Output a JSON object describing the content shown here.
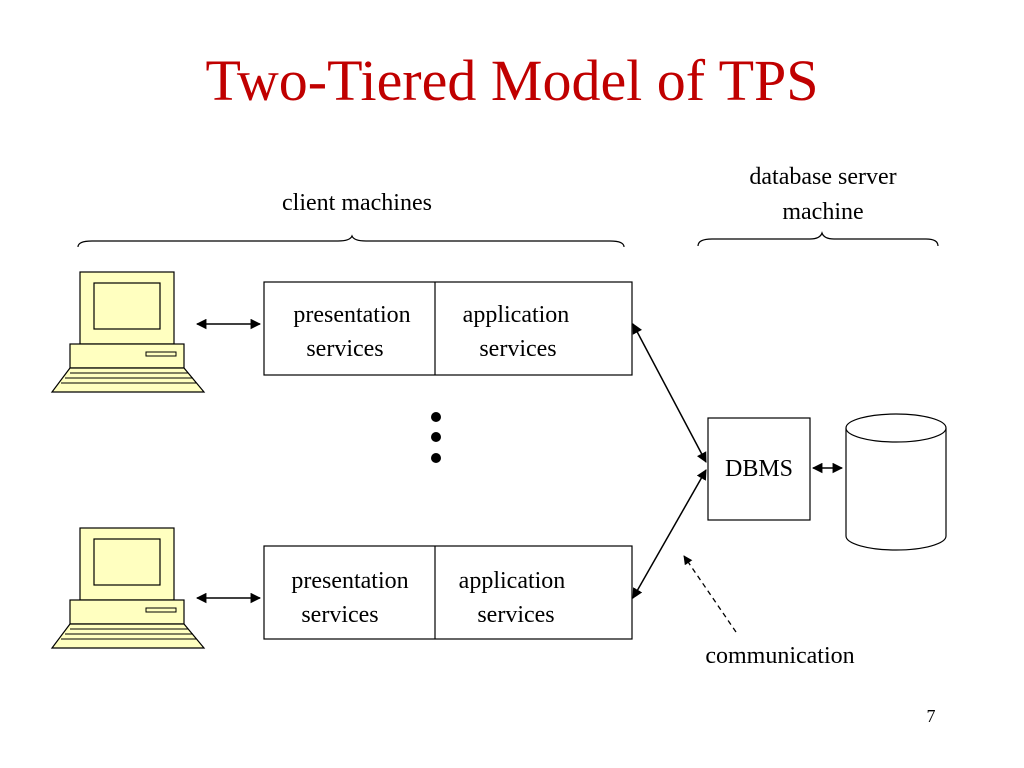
{
  "title": "Two-Tiered Model of TPS",
  "labels": {
    "client_machines": "client machines",
    "db_server_line1": "database server",
    "db_server_line2": "machine",
    "communication": "communication"
  },
  "client_boxes": [
    {
      "presentation_line1": "presentation",
      "presentation_line2": "services",
      "application_line1": "application",
      "application_line2": "services"
    },
    {
      "presentation_line1": "presentation",
      "presentation_line2": "services",
      "application_line1": "application",
      "application_line2": "services"
    }
  ],
  "dbms_label": "DBMS",
  "page_number": "7",
  "colors": {
    "title": "#c00000",
    "computer_fill": "#ffffc0",
    "line": "#000000"
  },
  "icons": [
    "computer-icon",
    "database-cylinder-icon",
    "ellipsis-dots-icon"
  ]
}
